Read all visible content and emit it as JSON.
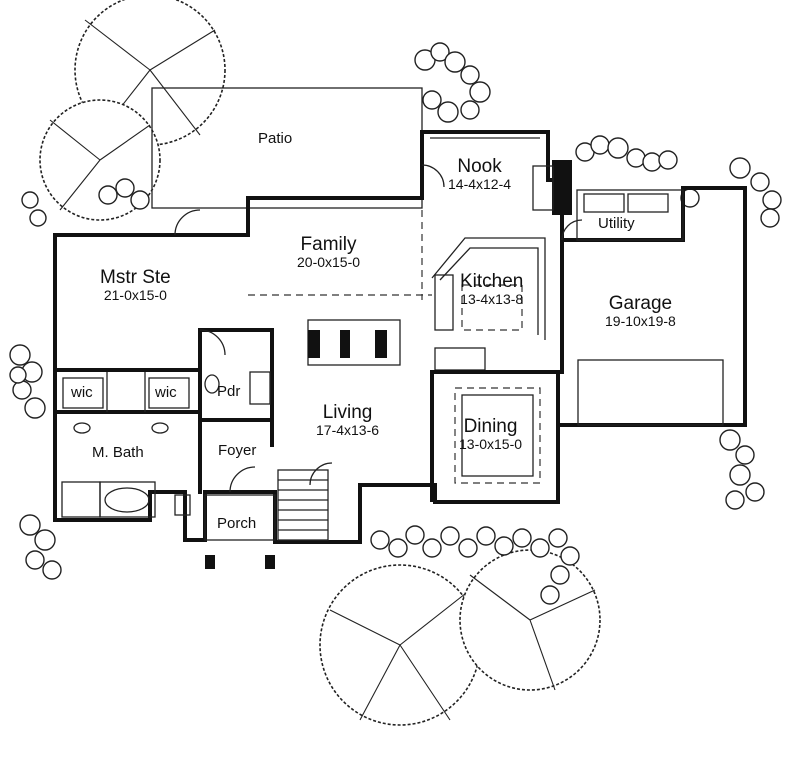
{
  "rooms": {
    "patio": {
      "name": "Patio"
    },
    "nook": {
      "name": "Nook",
      "size": "14-4x12-4"
    },
    "utility": {
      "name": "Utility"
    },
    "family": {
      "name": "Family",
      "size": "20-0x15-0"
    },
    "mstr_ste": {
      "name": "Mstr Ste",
      "size": "21-0x15-0"
    },
    "kitchen": {
      "name": "Kitchen",
      "size": "13-4x13-8"
    },
    "garage": {
      "name": "Garage",
      "size": "19-10x19-8"
    },
    "wic_left": {
      "name": "wic"
    },
    "wic_right": {
      "name": "wic"
    },
    "pdr": {
      "name": "Pdr"
    },
    "living": {
      "name": "Living",
      "size": "17-4x13-6"
    },
    "dining": {
      "name": "Dining",
      "size": "13-0x15-0"
    },
    "m_bath": {
      "name": "M. Bath"
    },
    "foyer": {
      "name": "Foyer"
    },
    "porch": {
      "name": "Porch"
    }
  },
  "colors": {
    "line": "#111111",
    "background": "#ffffff"
  }
}
